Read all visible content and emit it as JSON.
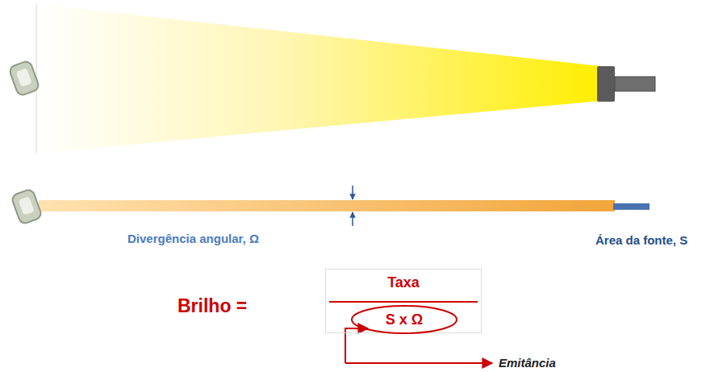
{
  "diagram": {
    "nodes": [
      {
        "text": [
          "Taxa"
        ]
      },
      {
        "text": [
          "S x Ω"
        ],
        "in": 0
      }
    ],
    "labels": [
      "Divergência angular, Ω",
      "Área da fonte, S",
      "Brilho =",
      "Emitância"
    ]
  }
}
